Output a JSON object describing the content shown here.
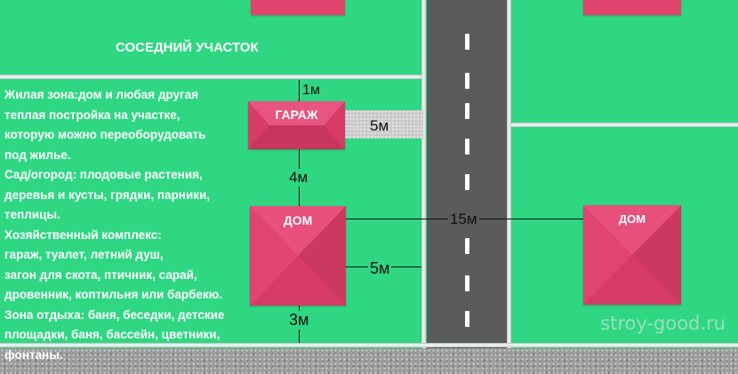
{
  "neighbor_plot_label": "СОСЕДНИЙ УЧАСТОК",
  "buildings": {
    "garage_label": "ГАРАЖ",
    "house_label": "ДОМ",
    "neighbor_house_label": "ДОМ"
  },
  "zones": [
    "Жилая зона:дом и любая другая",
    "теплая постройка на участке,",
    "которую можно переоборудовать",
    "под жилье.",
    "Сад/огород: плодовые растения,",
    "деревья и кусты, грядки, парники,",
    "теплицы.",
    "Хозяйственный комплекс:",
    "гараж, туалет, летний душ,",
    "загон для скота, птичник, сарай,",
    "дровенник, коптильня или барбекю.",
    "Зона отдыха: баня, беседки, детские",
    "площадки, баня, бассейн, цветники,",
    "фонтаны."
  ],
  "dimensions": {
    "garage_to_neighbor": "1м",
    "garage_driveway": "5м",
    "garage_to_house": "4м",
    "house_to_neighbor_house": "15м",
    "house_to_road": "5м",
    "house_to_fence": "3м"
  },
  "watermark": "stroy-good.ru",
  "colors": {
    "grass": "#2fd782",
    "roof": "#e0446e",
    "road": "#5a5b5d",
    "fence": "#e9ecec"
  }
}
